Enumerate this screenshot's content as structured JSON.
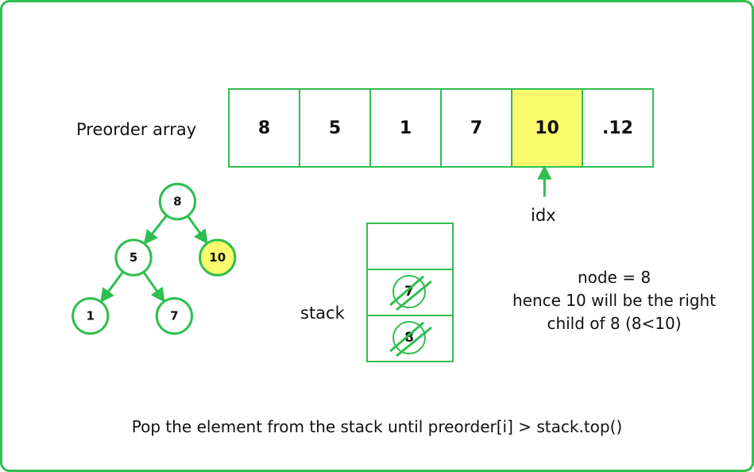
{
  "array": {
    "label": "Preorder array",
    "cells": [
      "8",
      "5",
      "1",
      "7",
      "10",
      ".12"
    ],
    "highlight_index": 4,
    "pointer_label": "idx"
  },
  "tree": {
    "nodes": [
      {
        "id": "n8",
        "value": "8",
        "highlight": false
      },
      {
        "id": "n5",
        "value": "5",
        "highlight": false
      },
      {
        "id": "n10",
        "value": "10",
        "highlight": true
      },
      {
        "id": "n1",
        "value": "1",
        "highlight": false
      },
      {
        "id": "n7",
        "value": "7",
        "highlight": false
      }
    ],
    "edges": [
      {
        "from": "n8",
        "to": "n5"
      },
      {
        "from": "n8",
        "to": "n10"
      },
      {
        "from": "n5",
        "to": "n1"
      },
      {
        "from": "n5",
        "to": "n7"
      }
    ]
  },
  "stack": {
    "label": "stack",
    "slots": [
      {
        "value": "",
        "popped": false
      },
      {
        "value": "7",
        "popped": true
      },
      {
        "value": "8",
        "popped": true
      }
    ]
  },
  "note": {
    "lines": [
      "node = 8",
      "hence 10 will be the right",
      "child of 8 (8<10)"
    ]
  },
  "caption": "Pop the element from the stack until preorder[i] > stack.top()",
  "colors": {
    "accent": "#2fbf4f",
    "highlight": "#fbfb6e",
    "text": "#111111"
  }
}
